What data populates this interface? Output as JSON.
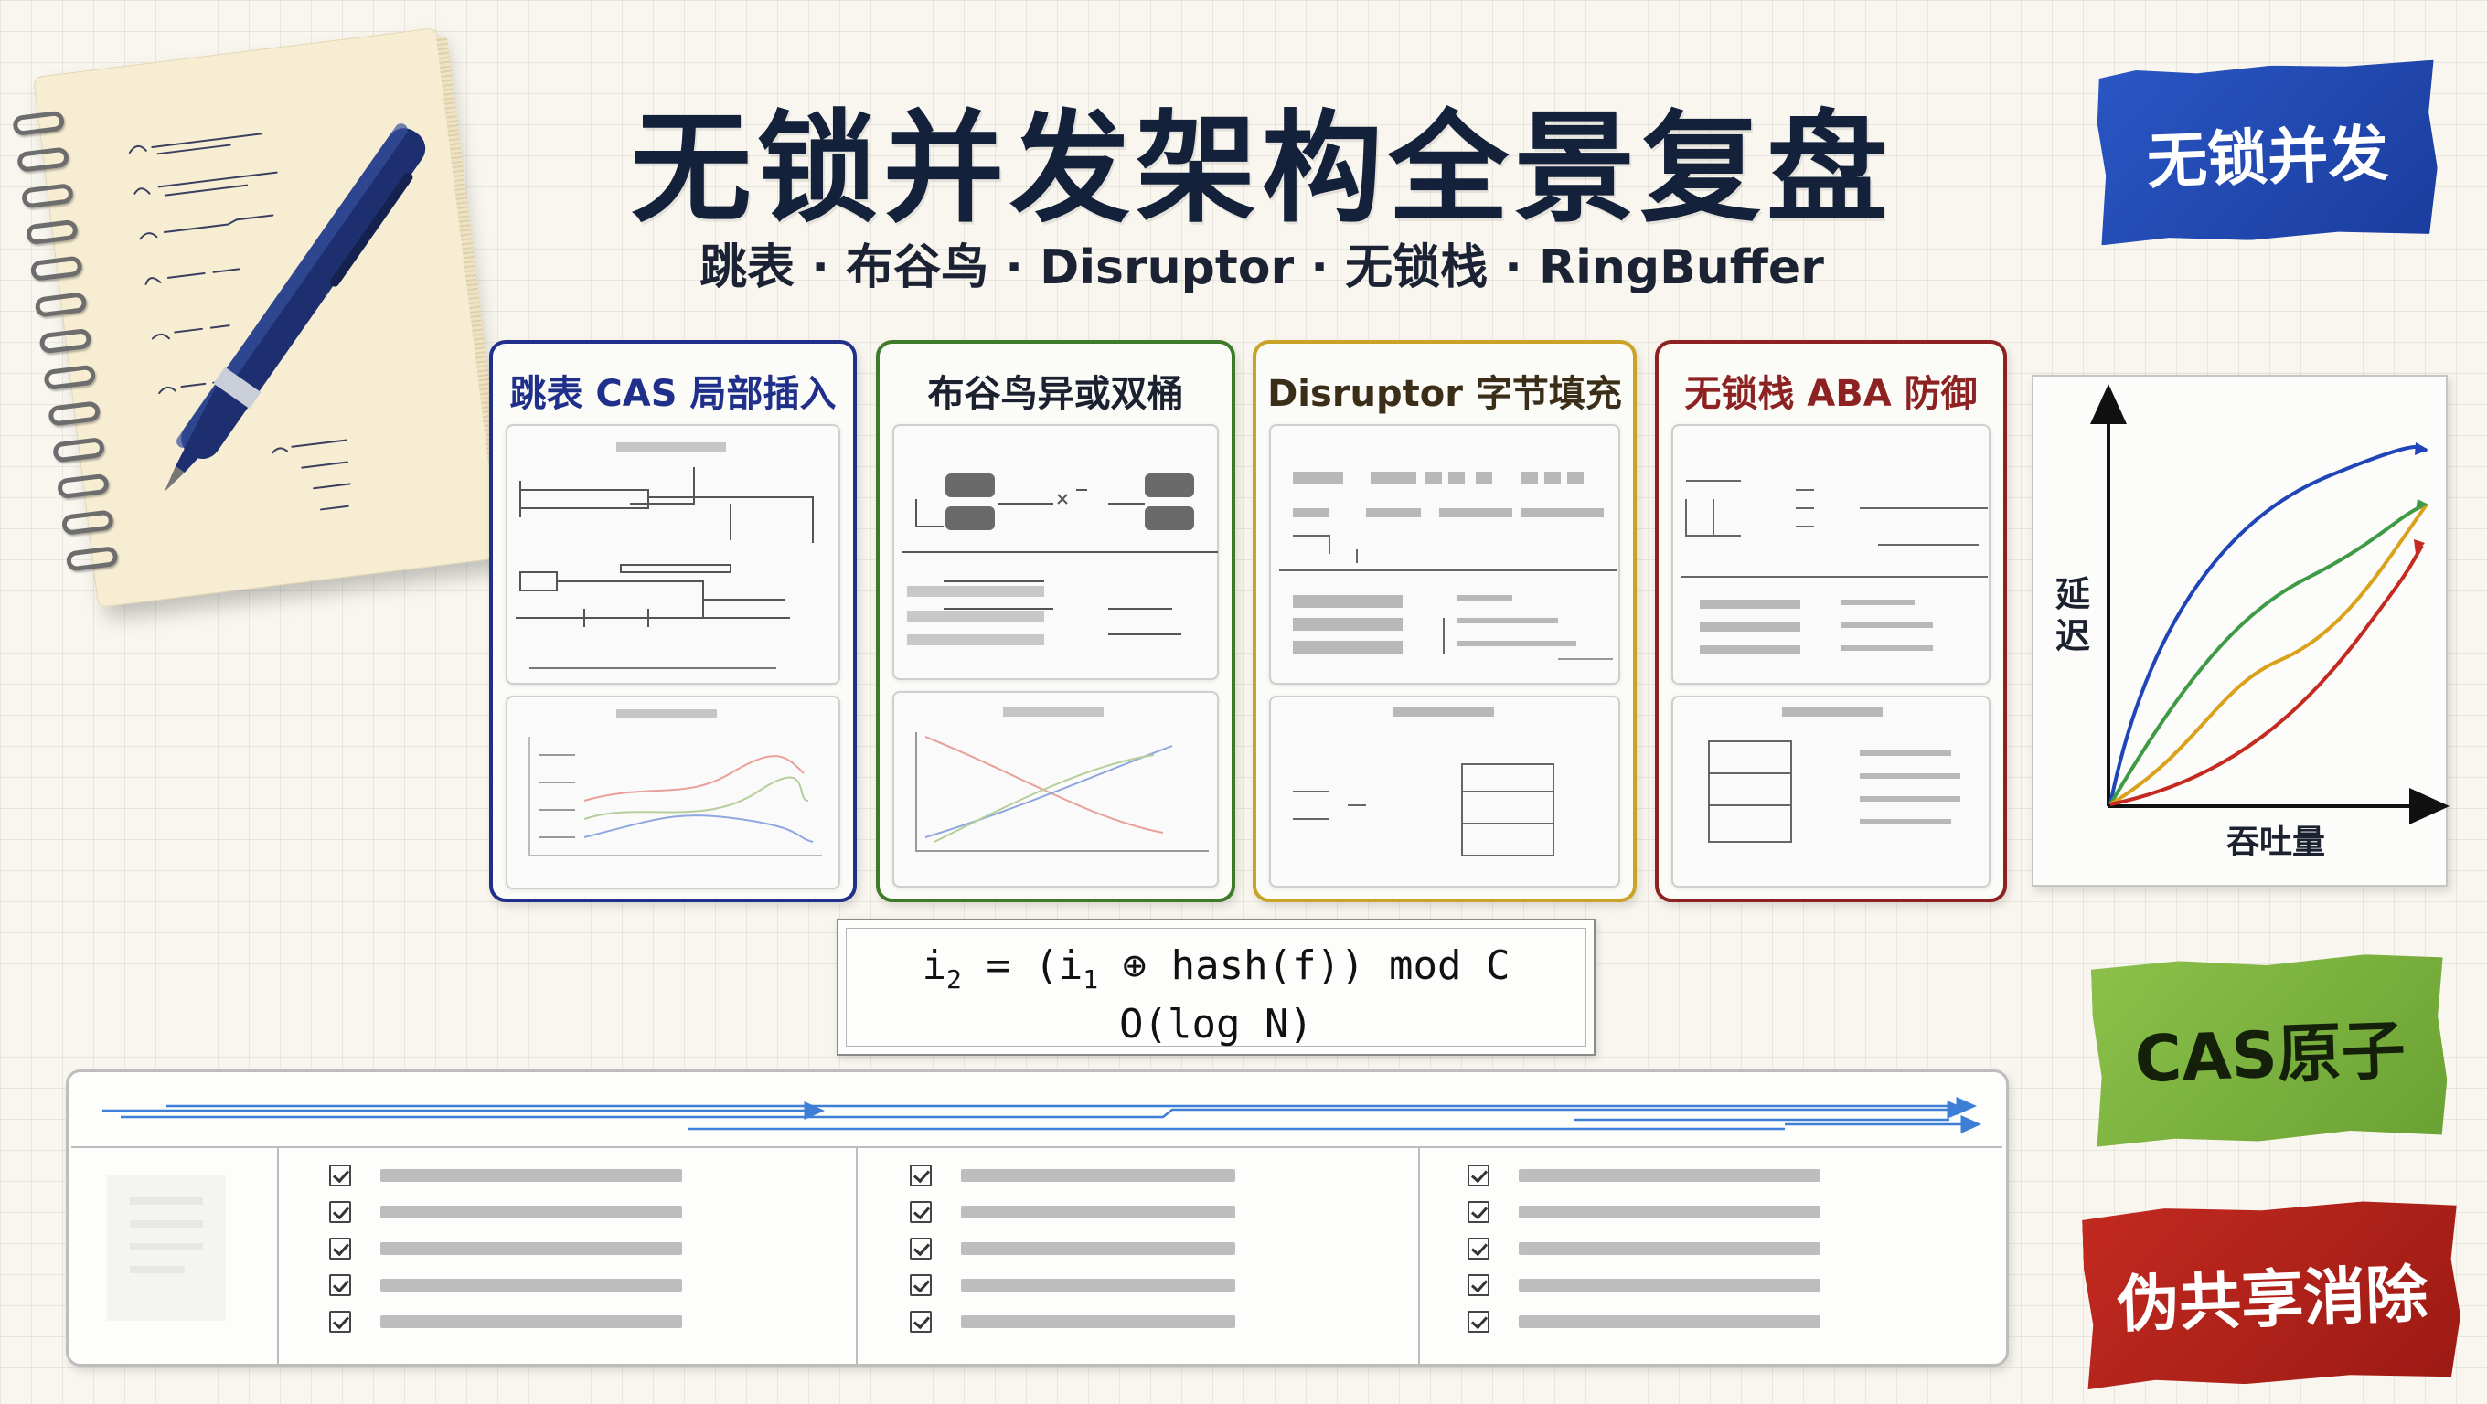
{
  "title": "无锁并发架构全景复盘",
  "subtitle": "跳表 · 布谷鸟 · Disruptor · 无锁栈 · RingBuffer",
  "tags": {
    "top": "无锁并发",
    "middle": "CAS原子",
    "bottom": "伪共享消除"
  },
  "cards": [
    {
      "title": "跳表 CAS 局部插入",
      "color": "#1f2f8a"
    },
    {
      "title": "布谷鸟异或双桶",
      "color": "#3f7a2a"
    },
    {
      "title": "Disruptor 字节填充",
      "color": "#c9a227"
    },
    {
      "title": "无锁栈 ABA 防御",
      "color": "#8c2222"
    }
  ],
  "formula": {
    "i2": "i",
    "sub2": "2",
    "mid": " = (i",
    "sub1": "1",
    "rest": " ⊕ hash(f)) mod C",
    "line2": "O(log N)"
  },
  "throughput_chart": {
    "ylabel": "延迟",
    "xlabel": "吞吐量",
    "series_colors": [
      "#1f45b8",
      "#3f9a45",
      "#d9a21a",
      "#c42a20"
    ]
  }
}
